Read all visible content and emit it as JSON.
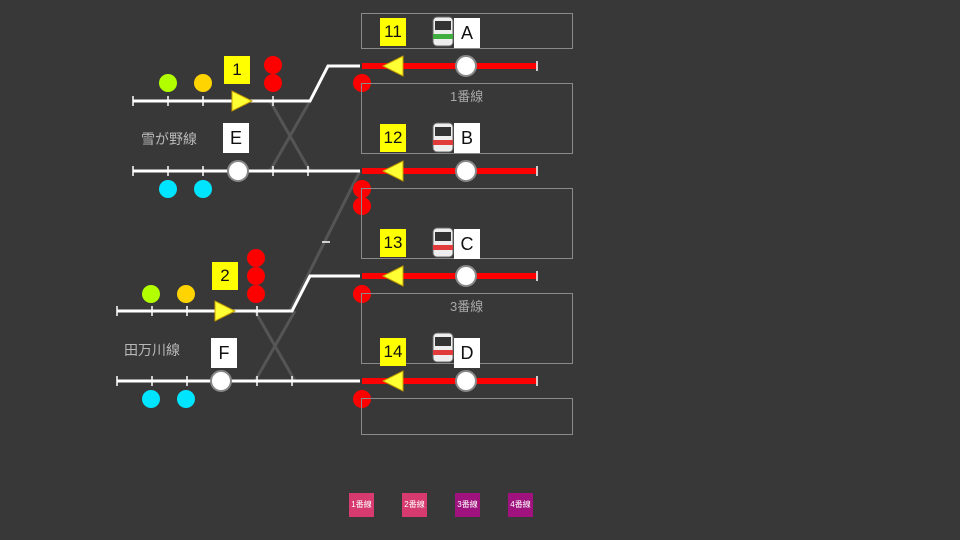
{
  "platforms": {
    "label_1": "1番線",
    "label_3": "3番線"
  },
  "lines": {
    "yukigano": "雪が野線",
    "tamakawa": "田万川線"
  },
  "track_numbers": {
    "n1": "1",
    "n2": "2",
    "n11": "11",
    "n12": "12",
    "n13": "13",
    "n14": "14"
  },
  "letters": {
    "a": "A",
    "b": "B",
    "c": "C",
    "d": "D",
    "e": "E",
    "f": "F"
  },
  "legend": [
    {
      "label": "1番線",
      "color": "#d63a6e"
    },
    {
      "label": "2番線",
      "color": "#d63a6e"
    },
    {
      "label": "3番線",
      "color": "#a0127e"
    },
    {
      "label": "4番線",
      "color": "#a0127e"
    }
  ],
  "colors": {
    "background": "#383838",
    "route_red": "#ff0000",
    "signal_red": "#ff0000",
    "signal_yellow": "#ffd400",
    "signal_green": "#b2ff00",
    "signal_cyan": "#00e5ff",
    "track_white": "#ffffff",
    "platform_border": "#8a8a8a"
  }
}
